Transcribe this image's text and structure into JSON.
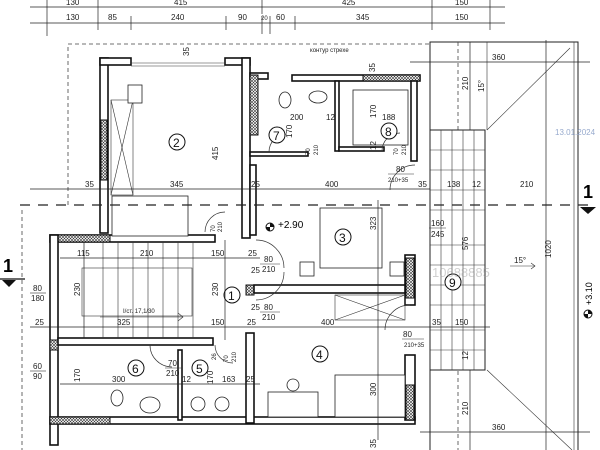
{
  "top_dims": {
    "row1": [
      "130",
      "415",
      "425",
      "150"
    ],
    "row2": [
      "130",
      "85",
      "240",
      "90",
      "20",
      "60",
      "345",
      "150"
    ]
  },
  "roof_label": "контур стрехе",
  "rooms": [
    "1",
    "2",
    "3",
    "4",
    "5",
    "6",
    "7",
    "8",
    "9"
  ],
  "levels": {
    "floor": "+2.90",
    "roof": "+3.10"
  },
  "section": {
    "left": "1",
    "right": "1"
  },
  "stair_label": "I/ст. 17,1/30",
  "roof_slopes": [
    "15°",
    "15°"
  ],
  "dims": [
    "35",
    "345",
    "25",
    "400",
    "35",
    "138",
    "12",
    "210",
    "415",
    "200",
    "12",
    "170",
    "170",
    "188",
    "12",
    "323",
    "115",
    "210",
    "150",
    "25",
    "230",
    "230",
    "25",
    "325",
    "150",
    "25",
    "400",
    "35",
    "150",
    "300",
    "12",
    "576",
    "1020",
    "360",
    "210",
    "360",
    "210",
    "170",
    "300",
    "12",
    "170",
    "163",
    "25",
    "26",
    "35",
    "35",
    "35",
    "25",
    "25"
  ],
  "doors": [
    {
      "w": "80",
      "h": "210"
    },
    {
      "w": "80",
      "h": "210"
    },
    {
      "w": "80",
      "h": "210+35"
    },
    {
      "w": "80",
      "h": "210+35"
    },
    {
      "w": "70",
      "h": "210"
    },
    {
      "w": "70",
      "h": "210"
    },
    {
      "w": "70",
      "h": "210"
    },
    {
      "w": "70",
      "h": "210"
    },
    {
      "w": "70",
      "h": "210"
    }
  ],
  "windows": [
    {
      "w": "80",
      "h": "180"
    },
    {
      "w": "60",
      "h": "90"
    },
    {
      "w": "160",
      "h": "245"
    }
  ],
  "stamp": "13.01.2024",
  "watermark": "10688885"
}
